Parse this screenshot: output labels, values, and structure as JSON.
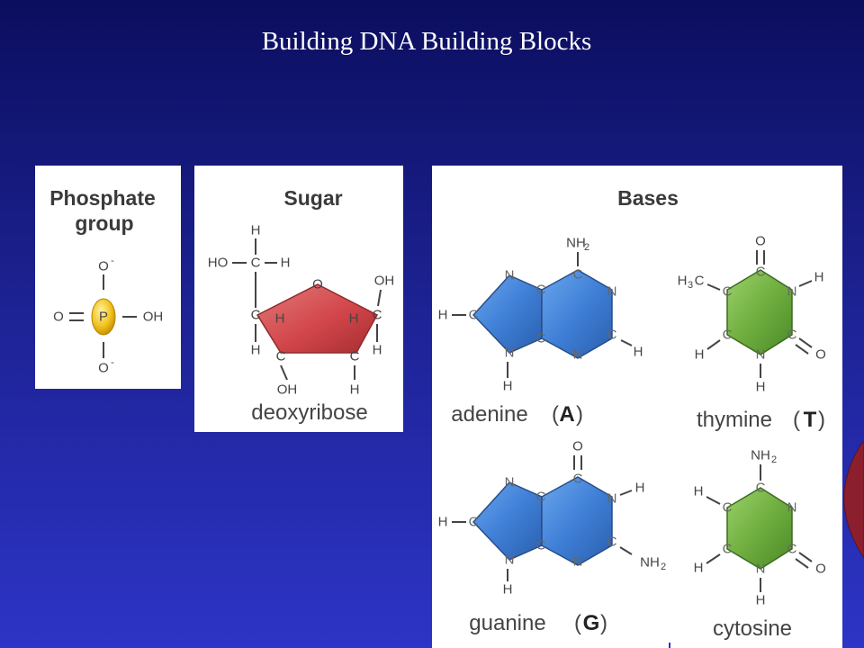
{
  "slide": {
    "title": "Building DNA Building Blocks"
  },
  "phosphate": {
    "heading_line1": "Phosphate",
    "heading_line2": "group",
    "atom_o_top": "O",
    "atom_o_top_charge": "-",
    "atom_o_left": "O",
    "atom_p": "P",
    "atom_oh": "OH",
    "atom_o_bottom": "O",
    "atom_o_bottom_charge": "-"
  },
  "sugar": {
    "heading": "Sugar",
    "name": "deoxyribose",
    "atoms": {
      "h_top": "H",
      "ho": "HO",
      "c5": "C",
      "h5": "H",
      "o_ring": "O",
      "oh1": "OH",
      "c1": "C",
      "h1": "H",
      "c4": "C",
      "h4a": "H",
      "h4b": "H",
      "c3": "C",
      "oh3": "OH",
      "c2": "C",
      "h2a": "H",
      "h2b": "H"
    }
  },
  "bases": {
    "heading": "Bases",
    "adenine": {
      "name": "adenine",
      "letter": "A",
      "paren_open": "(",
      "paren_close": ")"
    },
    "thymine": {
      "name": "thymine",
      "letter": "T",
      "paren_open": "(",
      "paren_close": ")"
    },
    "guanine": {
      "name": "guanine",
      "letter": "G",
      "paren_open": "(",
      "paren_close": ")"
    },
    "cytosine": {
      "name": "cytosine"
    },
    "atom_labels": {
      "C": "C",
      "N": "N",
      "H": "H",
      "O": "O",
      "NH": "NH",
      "sub2": "2",
      "sub3": "3"
    }
  },
  "colors": {
    "background_top": "#0b0e5e",
    "background_bottom": "#2d34c6",
    "purine_blue": "#3f7fd6",
    "pyrimidine_green": "#6fae3f",
    "sugar_red": "#d2464a",
    "phosphate_yellow": "#f2c21e"
  }
}
